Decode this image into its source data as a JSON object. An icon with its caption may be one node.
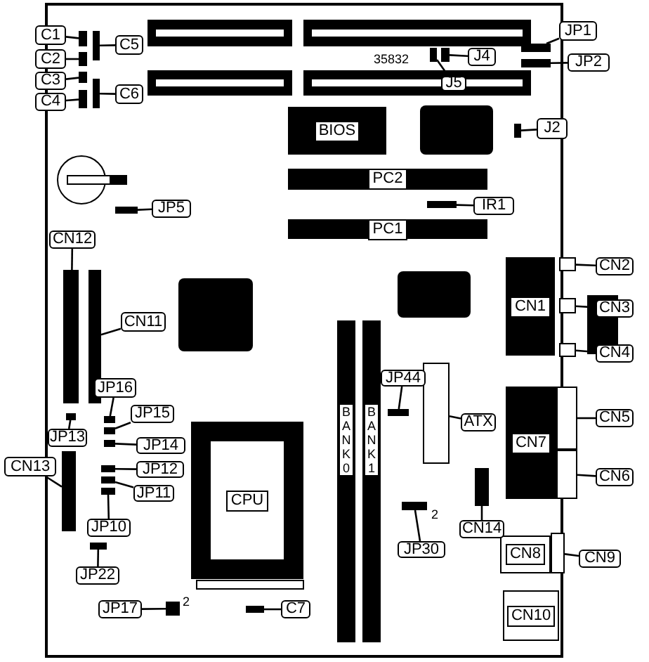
{
  "diagram": {
    "nodes": [
      {
        "text": [
          "C1"
        ]
      },
      {
        "text": [],
        "shape": "box"
      },
      {
        "text": [
          "C2"
        ]
      },
      {
        "text": [],
        "shape": "box"
      },
      {
        "text": [
          "C3"
        ]
      },
      {
        "text": [],
        "shape": "box"
      },
      {
        "text": [
          "C4"
        ]
      },
      {
        "text": [],
        "shape": "box"
      },
      {
        "text": [
          "C5"
        ]
      },
      {
        "text": [],
        "shape": "box"
      },
      {
        "text": [
          "C6"
        ]
      },
      {
        "text": [],
        "shape": "box"
      },
      {
        "text": [
          "JP1"
        ]
      },
      {
        "text": [],
        "shape": "box"
      },
      {
        "text": [
          "JP2"
        ]
      },
      {
        "text": [],
        "shape": "box"
      },
      {
        "text": [
          "J4"
        ]
      },
      {
        "text": [],
        "shape": "box"
      },
      {
        "text": [
          "J5"
        ]
      },
      {
        "text": [],
        "shape": "box"
      },
      {
        "text": [
          "BIOS"
        ]
      },
      {
        "text": [
          "J2"
        ]
      },
      {
        "text": [],
        "shape": "box"
      },
      {
        "text": [
          "PC2"
        ]
      },
      {
        "text": [
          "IR1"
        ]
      },
      {
        "text": [],
        "shape": "box"
      },
      {
        "text": [
          "PC1"
        ]
      },
      {
        "text": [
          "JP5"
        ]
      },
      {
        "text": [],
        "shape": "box"
      },
      {
        "text": [
          "CN12"
        ]
      },
      {
        "text": [],
        "shape": "box"
      },
      {
        "text": [
          "CN11"
        ]
      },
      {
        "text": [],
        "shape": "box"
      },
      {
        "text": [
          "CN2"
        ]
      },
      {
        "text": [],
        "shape": "box"
      },
      {
        "text": [
          "CN1"
        ]
      },
      {
        "text": [
          "CN3"
        ]
      },
      {
        "text": [],
        "shape": "box"
      },
      {
        "text": [
          "CN4"
        ]
      },
      {
        "text": [],
        "shape": "box"
      },
      {
        "text": [
          "JP16"
        ]
      },
      {
        "text": [],
        "shape": "box"
      },
      {
        "text": [
          "JP15"
        ]
      },
      {
        "text": [],
        "shape": "box"
      },
      {
        "text": [
          "JP44"
        ]
      },
      {
        "text": [],
        "shape": "box"
      },
      {
        "text": [
          "ATX"
        ]
      },
      {
        "text": [],
        "shape": "box"
      },
      {
        "text": [
          "CN5"
        ]
      },
      {
        "text": [],
        "shape": "box"
      },
      {
        "text": [
          "CN7"
        ]
      },
      {
        "text": [
          "JP13"
        ]
      },
      {
        "text": [],
        "shape": "box"
      },
      {
        "text": [
          "JP14"
        ]
      },
      {
        "text": [],
        "shape": "box"
      },
      {
        "text": [
          "CN13"
        ]
      },
      {
        "text": [],
        "shape": "box"
      },
      {
        "text": [
          "JP12"
        ]
      },
      {
        "text": [],
        "shape": "box"
      },
      {
        "text": [
          "CN6"
        ]
      },
      {
        "text": [],
        "shape": "box"
      },
      {
        "text": [
          "JP11"
        ]
      },
      {
        "text": [],
        "shape": "box"
      },
      {
        "text": [
          "CPU"
        ]
      },
      {
        "text": [
          "BANK0"
        ]
      },
      {
        "text": [
          "BANK1"
        ]
      },
      {
        "text": [
          "JP10"
        ]
      },
      {
        "text": [],
        "shape": "box"
      },
      {
        "text": [
          "JP30"
        ]
      },
      {
        "text": [],
        "shape": "box"
      },
      {
        "text": [
          "CN14"
        ]
      },
      {
        "text": [],
        "shape": "box"
      },
      {
        "text": [
          "CN8"
        ]
      },
      {
        "text": [
          "CN9"
        ]
      },
      {
        "text": [],
        "shape": "box"
      },
      {
        "text": [
          "JP22"
        ]
      },
      {
        "text": [],
        "shape": "box"
      },
      {
        "text": [
          "JP17"
        ]
      },
      {
        "text": [],
        "shape": "box"
      },
      {
        "text": [
          "C7"
        ]
      },
      {
        "text": [],
        "shape": "box"
      },
      {
        "text": [
          "CN10"
        ]
      }
    ],
    "edges": [
      {
        "from": 0,
        "to": 1,
        "arrow": "none"
      },
      {
        "from": 2,
        "to": 3,
        "arrow": "none"
      },
      {
        "from": 4,
        "to": 5,
        "arrow": "none"
      },
      {
        "from": 6,
        "to": 7,
        "arrow": "none"
      },
      {
        "from": 8,
        "to": 9,
        "arrow": "none"
      },
      {
        "from": 10,
        "to": 11,
        "arrow": "none"
      },
      {
        "from": 12,
        "to": 13,
        "arrow": "none"
      },
      {
        "from": 14,
        "to": 15,
        "arrow": "none"
      },
      {
        "from": 16,
        "to": 17,
        "arrow": "none"
      },
      {
        "from": 18,
        "to": 19,
        "arrow": "none"
      },
      {
        "from": 21,
        "to": 22,
        "arrow": "none"
      },
      {
        "from": 24,
        "to": 25,
        "arrow": "none"
      },
      {
        "from": 27,
        "to": 28,
        "arrow": "none"
      },
      {
        "from": 29,
        "to": 30,
        "arrow": "none"
      },
      {
        "from": 31,
        "to": 32,
        "arrow": "none"
      },
      {
        "from": 33,
        "to": 34,
        "arrow": "none"
      },
      {
        "from": 36,
        "to": 37,
        "arrow": "none"
      },
      {
        "from": 38,
        "to": 39,
        "arrow": "none"
      },
      {
        "from": 40,
        "to": 41,
        "arrow": "none"
      },
      {
        "from": 42,
        "to": 43,
        "arrow": "none"
      },
      {
        "from": 44,
        "to": 45,
        "arrow": "none"
      },
      {
        "from": 46,
        "to": 47,
        "arrow": "none"
      },
      {
        "from": 48,
        "to": 49,
        "arrow": "none"
      },
      {
        "from": 51,
        "to": 52,
        "arrow": "none"
      },
      {
        "from": 53,
        "to": 54,
        "arrow": "none"
      },
      {
        "from": 55,
        "to": 56,
        "arrow": "none"
      },
      {
        "from": 57,
        "to": 58,
        "arrow": "none"
      },
      {
        "from": 59,
        "to": 60,
        "arrow": "none"
      },
      {
        "from": 61,
        "to": 62,
        "arrow": "none"
      },
      {
        "from": 66,
        "to": 67,
        "arrow": "none"
      },
      {
        "from": 68,
        "to": 69,
        "arrow": "none"
      },
      {
        "from": 70,
        "to": 71,
        "arrow": "none"
      },
      {
        "from": 73,
        "to": 74,
        "arrow": "none"
      },
      {
        "from": 75,
        "to": 76,
        "arrow": "none"
      },
      {
        "from": 77,
        "to": 78,
        "arrow": "none"
      },
      {
        "from": 79,
        "to": 80,
        "arrow": "none"
      }
    ],
    "labels": [
      "35832",
      "2",
      "2"
    ]
  }
}
